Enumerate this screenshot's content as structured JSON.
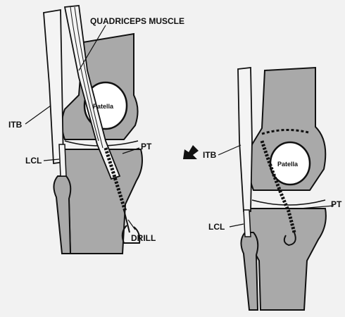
{
  "figure": {
    "left": {
      "labels": {
        "quadriceps": "QUADRICEPS MUSCLE",
        "patella": "Patella",
        "itb": "ITB",
        "lcl": "LCL",
        "pt": "PT",
        "drill": "DRILL"
      }
    },
    "right": {
      "labels": {
        "patella": "Patella",
        "itb": "ITB",
        "lcl": "LCL",
        "pt": "PT"
      }
    },
    "colors": {
      "bone": "#a9a9a9",
      "patella": "#ffffff",
      "tendon": "#f4f4f4",
      "ink": "#111111"
    }
  }
}
